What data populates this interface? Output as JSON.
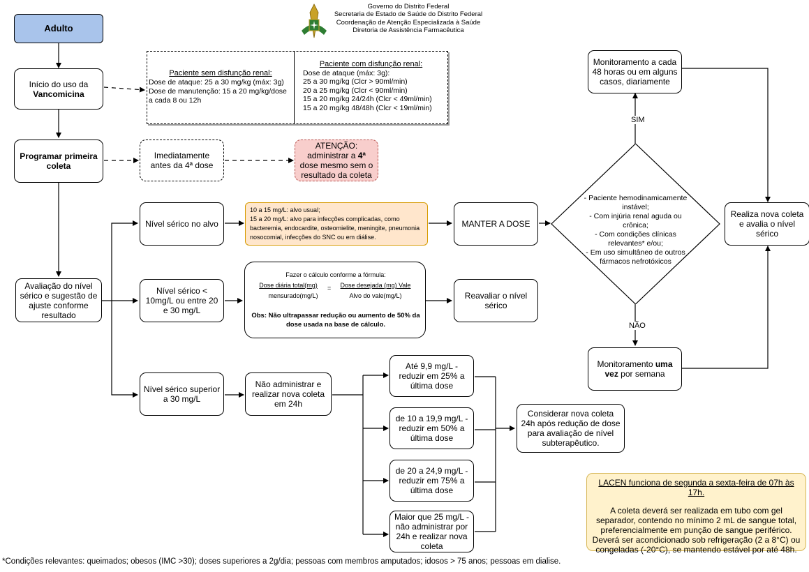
{
  "header": {
    "lines": [
      "Governo do Distrito Federal",
      "Secretaria de Estado de Saúde do Distrito Federal",
      "Coordenação de Atenção Especializada à Saúde",
      "Diretoria de Assistência Farmacêutica"
    ]
  },
  "nodes": {
    "adulto": "Adulto",
    "inicio_a": "Início do uso da",
    "inicio_b": "Vancomicina",
    "sem_title": "Paciente sem disfunção renal:",
    "sem_l1": "Dose de ataque: 25 a 30 mg/kg (máx: 3g)",
    "sem_l2": "Dose de manutenção: 15 a 20 mg/kg/dose",
    "sem_l3": "a cada 8 ou 12h",
    "com_title": "Paciente com disfunção renal:",
    "com_l1": "Dose de ataque (máx: 3g):",
    "com_l2": "25 a 30 mg/kg (Clcr > 90ml/min)",
    "com_l3": "20 a 25 mg/kg (Clcr < 90ml/min)",
    "com_l4": "15 a 20 mg/kg 24/24h (Clcr < 49ml/min)",
    "com_l5": "15 a 20 mg/kg 48/48h (Clcr < 19ml/min)",
    "programar": "Programar primeira coleta",
    "imediatamente": "Imediatamente antes da 4ª dose",
    "atencao_title": "ATENÇÃO:",
    "atencao_a": "administrar a ",
    "atencao_b": "4ª",
    "atencao_c": " dose mesmo sem o resultado da coleta",
    "avaliacao": "Avaliação do nível sérico e sugestão de ajuste conforme resultado",
    "alvo": "Nível sérico no alvo",
    "alvo_info_1": "10 a 15 mg/L: alvo usual;",
    "alvo_info_2": "15 a 20 mg/L: alvo para infecções complicadas, como bacteremia, endocardite, osteomielite, meningite, pneumonia nosocomial, infecções do SNC ou em diálise.",
    "manter": "MANTER A DOSE",
    "abaixo": "Nível sérico < 10mg/L ou entre 20 e 30 mg/L",
    "formula_title": "Fazer o cálculo conforme a fórmula:",
    "formula_num_left": "Dose diária total(mg)",
    "formula_den_left": "mensurado(mg/L)",
    "formula_eq": "=",
    "formula_num_right": "Dose desejada (mg) Vale",
    "formula_den_right": "Alvo do vale(mg/L)",
    "formula_obs": "Obs: Não ultrapassar redução ou aumento de 50% da dose usada na base de cálculo.",
    "reavaliar": "Reavaliar o nível sérico",
    "superior": "Nível sérico superior a  30 mg/L",
    "nao_administrar": "Não administrar e realizar nova coleta em 24h",
    "r1": "Até 9,9 mg/L - reduzir em 25% a última dose",
    "r2": "de 10 a 19,9 mg/L - reduzir em 50% a última dose",
    "r3": "de 20 a 24,9 mg/L - reduzir em 75% a última dose",
    "r4": "Maior que 25 mg/L - não administrar por 24h e realizar nova coleta",
    "considerar": "Considerar nova coleta 24h após redução de dose para avaliação de nível subterapêutico.",
    "decision": "- Paciente hemodinamicamente instável;\n- Com injúria renal aguda ou crônica;\n- Com condições clínicas relevantes* e/ou;\n- Em uso simultâneo de outros fármacos nefrotóxicos",
    "sim": "SIM",
    "nao": "NÃO",
    "monit48": "Monitoramento a cada 48 horas ou em alguns casos, diariamente",
    "monit_semana_a": "Monitoramento ",
    "monit_semana_b": "uma vez",
    "monit_semana_c": " por semana",
    "realiza": "Realiza nova coleta e avalia o nível sérico"
  },
  "lacen": {
    "title": "LACEN funciona de segunda a sexta-feira de 07h às 17h.",
    "body": "A coleta deverá ser realizada em tubo com gel separador, contendo no mínimo 2 mL de sangue total, preferencialmente em punção de sangue periférico. Deverá ser acondicionado sob refrigeração (2 a 8°C) ou congeladas (-20°C), se mantendo estável por até 48h."
  },
  "footnote": "*Condições relevantes: queimados; obesos (IMC >30); doses superiores a 2g/dia; pessoas com membros amputados; idosos > 75 anos; pessoas em dialise.",
  "colors": {
    "adulto_fill": "#a9c4eb",
    "atencao_fill": "#f8cecc",
    "atencao_border": "#b85450",
    "alvo_fill": "#ffe6cc",
    "alvo_border": "#d79b00",
    "lacen_fill": "#fff2cc",
    "lacen_border": "#d6b656"
  },
  "icons": {
    "logo": "gdf-coat-of-arms-icon"
  }
}
